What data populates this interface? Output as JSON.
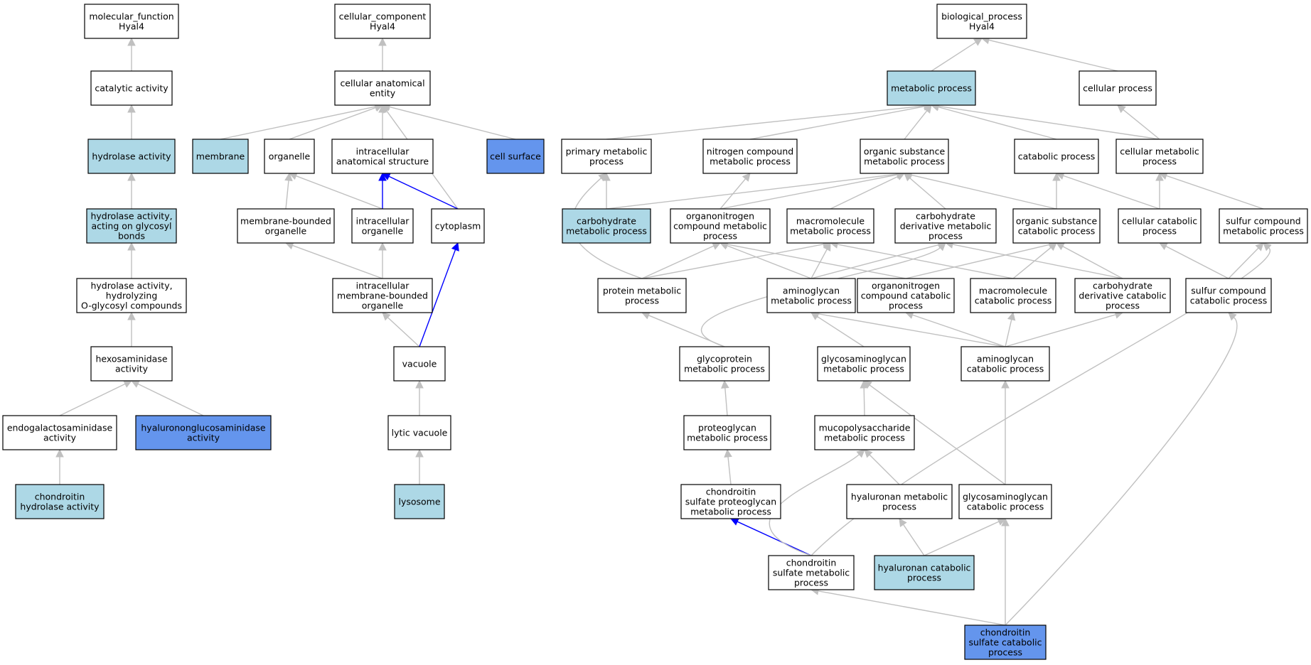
{
  "colors": {
    "background": "#ffffff",
    "default_fill": "#ffffff",
    "light_fill": "#add8e6",
    "strong_fill": "#6495ed",
    "edge_gray": "#c0c0c0",
    "edge_blue": "#0000ff",
    "border": "#000000"
  },
  "nodes": [
    {
      "id": "mf_root",
      "lines": [
        "molecular_function",
        "Hyal4"
      ],
      "fill": "default"
    },
    {
      "id": "catalytic",
      "lines": [
        "catalytic activity"
      ],
      "fill": "default"
    },
    {
      "id": "hydrolase",
      "lines": [
        "hydrolase activity"
      ],
      "fill": "light"
    },
    {
      "id": "hyd_glyco",
      "lines": [
        "hydrolase activity,",
        "acting on glycosyl",
        "bonds"
      ],
      "fill": "light"
    },
    {
      "id": "hyd_oglyco",
      "lines": [
        "hydrolase activity,",
        "hydrolyzing",
        "O-glycosyl compounds"
      ],
      "fill": "default"
    },
    {
      "id": "hexos",
      "lines": [
        "hexosaminidase",
        "activity"
      ],
      "fill": "default"
    },
    {
      "id": "endogal",
      "lines": [
        "endogalactosaminidase",
        "activity"
      ],
      "fill": "default"
    },
    {
      "id": "hyalgluc",
      "lines": [
        "hyalurononglucosaminidase",
        "activity"
      ],
      "fill": "strong"
    },
    {
      "id": "chond_hyd",
      "lines": [
        "chondroitin",
        "hydrolase activity"
      ],
      "fill": "light"
    },
    {
      "id": "cc_root",
      "lines": [
        "cellular_component",
        "Hyal4"
      ],
      "fill": "default"
    },
    {
      "id": "cae",
      "lines": [
        "cellular anatomical",
        "entity"
      ],
      "fill": "default"
    },
    {
      "id": "membrane",
      "lines": [
        "membrane"
      ],
      "fill": "light"
    },
    {
      "id": "organelle",
      "lines": [
        "organelle"
      ],
      "fill": "default"
    },
    {
      "id": "ias",
      "lines": [
        "intracellular",
        "anatomical structure"
      ],
      "fill": "default"
    },
    {
      "id": "cellsurf",
      "lines": [
        "cell surface"
      ],
      "fill": "strong"
    },
    {
      "id": "mbo",
      "lines": [
        "membrane-bounded",
        "organelle"
      ],
      "fill": "default"
    },
    {
      "id": "io",
      "lines": [
        "intracellular",
        "organelle"
      ],
      "fill": "default"
    },
    {
      "id": "cytoplasm",
      "lines": [
        "cytoplasm"
      ],
      "fill": "default"
    },
    {
      "id": "imbo",
      "lines": [
        "intracellular",
        "membrane-bounded",
        "organelle"
      ],
      "fill": "default"
    },
    {
      "id": "vacuole",
      "lines": [
        "vacuole"
      ],
      "fill": "default"
    },
    {
      "id": "lytic",
      "lines": [
        "lytic vacuole"
      ],
      "fill": "default"
    },
    {
      "id": "lysosome",
      "lines": [
        "lysosome"
      ],
      "fill": "light"
    },
    {
      "id": "bp_root",
      "lines": [
        "biological_process",
        "Hyal4"
      ],
      "fill": "default"
    },
    {
      "id": "metab",
      "lines": [
        "metabolic process"
      ],
      "fill": "light"
    },
    {
      "id": "cellproc",
      "lines": [
        "cellular process"
      ],
      "fill": "default"
    },
    {
      "id": "primary",
      "lines": [
        "primary metabolic",
        "process"
      ],
      "fill": "default"
    },
    {
      "id": "nitrogen",
      "lines": [
        "nitrogen compound",
        "metabolic process"
      ],
      "fill": "default"
    },
    {
      "id": "osm",
      "lines": [
        "organic substance",
        "metabolic process"
      ],
      "fill": "default"
    },
    {
      "id": "catab",
      "lines": [
        "catabolic process"
      ],
      "fill": "default"
    },
    {
      "id": "cellmet",
      "lines": [
        "cellular metabolic",
        "process"
      ],
      "fill": "default"
    },
    {
      "id": "carbmet",
      "lines": [
        "carbohydrate",
        "metabolic process"
      ],
      "fill": "light"
    },
    {
      "id": "orgnit",
      "lines": [
        "organonitrogen",
        "compound metabolic",
        "process"
      ],
      "fill": "default"
    },
    {
      "id": "macromet",
      "lines": [
        "macromolecule",
        "metabolic process"
      ],
      "fill": "default"
    },
    {
      "id": "carbderiv",
      "lines": [
        "carbohydrate",
        "derivative metabolic",
        "process"
      ],
      "fill": "default"
    },
    {
      "id": "osc",
      "lines": [
        "organic substance",
        "catabolic process"
      ],
      "fill": "default"
    },
    {
      "id": "cellcat",
      "lines": [
        "cellular catabolic",
        "process"
      ],
      "fill": "default"
    },
    {
      "id": "sulfmet",
      "lines": [
        "sulfur compound",
        "metabolic process"
      ],
      "fill": "default"
    },
    {
      "id": "protmet",
      "lines": [
        "protein metabolic",
        "process"
      ],
      "fill": "default"
    },
    {
      "id": "aminomet",
      "lines": [
        "aminoglycan",
        "metabolic process"
      ],
      "fill": "default"
    },
    {
      "id": "orgnitcat",
      "lines": [
        "organonitrogen",
        "compound catabolic",
        "process"
      ],
      "fill": "default"
    },
    {
      "id": "macrocat",
      "lines": [
        "macromolecule",
        "catabolic process"
      ],
      "fill": "default"
    },
    {
      "id": "carbdercat",
      "lines": [
        "carbohydrate",
        "derivative catabolic",
        "process"
      ],
      "fill": "default"
    },
    {
      "id": "sulfcat",
      "lines": [
        "sulfur compound",
        "catabolic process"
      ],
      "fill": "default"
    },
    {
      "id": "glycoprot",
      "lines": [
        "glycoprotein",
        "metabolic process"
      ],
      "fill": "default"
    },
    {
      "id": "gagmet",
      "lines": [
        "glycosaminoglycan",
        "metabolic process"
      ],
      "fill": "default"
    },
    {
      "id": "aminocat",
      "lines": [
        "aminoglycan",
        "catabolic process"
      ],
      "fill": "default"
    },
    {
      "id": "proteog",
      "lines": [
        "proteoglycan",
        "metabolic process"
      ],
      "fill": "default"
    },
    {
      "id": "mucop",
      "lines": [
        "mucopolysaccharide",
        "metabolic process"
      ],
      "fill": "default"
    },
    {
      "id": "cspg",
      "lines": [
        "chondroitin",
        "sulfate proteoglycan",
        "metabolic process"
      ],
      "fill": "default"
    },
    {
      "id": "hyalmet",
      "lines": [
        "hyaluronan metabolic",
        "process"
      ],
      "fill": "default"
    },
    {
      "id": "gagcat",
      "lines": [
        "glycosaminoglycan",
        "catabolic process"
      ],
      "fill": "default"
    },
    {
      "id": "csmet",
      "lines": [
        "chondroitin",
        "sulfate metabolic",
        "process"
      ],
      "fill": "default"
    },
    {
      "id": "hyalcat",
      "lines": [
        "hyaluronan catabolic",
        "process"
      ],
      "fill": "light"
    },
    {
      "id": "cscat",
      "lines": [
        "chondroitin",
        "sulfate catabolic",
        "process"
      ],
      "fill": "strong"
    }
  ],
  "edges": [
    {
      "from": "catalytic",
      "to": "mf_root",
      "color": "gray"
    },
    {
      "from": "hydrolase",
      "to": "catalytic",
      "color": "gray"
    },
    {
      "from": "hyd_glyco",
      "to": "hydrolase",
      "color": "gray"
    },
    {
      "from": "hyd_oglyco",
      "to": "hyd_glyco",
      "color": "gray"
    },
    {
      "from": "hexos",
      "to": "hyd_oglyco",
      "color": "gray"
    },
    {
      "from": "endogal",
      "to": "hexos",
      "color": "gray"
    },
    {
      "from": "hyalgluc",
      "to": "hexos",
      "color": "gray"
    },
    {
      "from": "chond_hyd",
      "to": "endogal",
      "color": "gray"
    },
    {
      "from": "cae",
      "to": "cc_root",
      "color": "gray"
    },
    {
      "from": "membrane",
      "to": "cae",
      "color": "gray"
    },
    {
      "from": "organelle",
      "to": "cae",
      "color": "gray"
    },
    {
      "from": "ias",
      "to": "cae",
      "color": "gray"
    },
    {
      "from": "cellsurf",
      "to": "cae",
      "color": "gray"
    },
    {
      "from": "cytoplasm",
      "to": "cae",
      "color": "gray"
    },
    {
      "from": "mbo",
      "to": "organelle",
      "color": "gray"
    },
    {
      "from": "io",
      "to": "organelle",
      "color": "gray"
    },
    {
      "from": "io",
      "to": "ias",
      "color": "blue"
    },
    {
      "from": "cytoplasm",
      "to": "ias",
      "color": "blue"
    },
    {
      "from": "imbo",
      "to": "mbo",
      "color": "gray"
    },
    {
      "from": "imbo",
      "to": "io",
      "color": "gray"
    },
    {
      "from": "vacuole",
      "to": "imbo",
      "color": "gray"
    },
    {
      "from": "vacuole",
      "to": "cytoplasm",
      "color": "blue"
    },
    {
      "from": "lytic",
      "to": "vacuole",
      "color": "gray"
    },
    {
      "from": "lysosome",
      "to": "lytic",
      "color": "gray"
    },
    {
      "from": "metab",
      "to": "bp_root",
      "color": "gray"
    },
    {
      "from": "cellproc",
      "to": "bp_root",
      "color": "gray"
    },
    {
      "from": "primary",
      "to": "metab",
      "color": "gray"
    },
    {
      "from": "nitrogen",
      "to": "metab",
      "color": "gray"
    },
    {
      "from": "osm",
      "to": "metab",
      "color": "gray"
    },
    {
      "from": "catab",
      "to": "metab",
      "color": "gray"
    },
    {
      "from": "cellmet",
      "to": "metab",
      "color": "gray"
    },
    {
      "from": "cellmet",
      "to": "cellproc",
      "color": "gray"
    },
    {
      "from": "carbmet",
      "to": "primary",
      "color": "gray"
    },
    {
      "from": "carbmet",
      "to": "osm",
      "color": "gray"
    },
    {
      "from": "orgnit",
      "to": "nitrogen",
      "color": "gray"
    },
    {
      "from": "orgnit",
      "to": "osm",
      "color": "gray"
    },
    {
      "from": "macromet",
      "to": "osm",
      "color": "gray"
    },
    {
      "from": "carbderiv",
      "to": "osm",
      "color": "gray"
    },
    {
      "from": "osc",
      "to": "osm",
      "color": "gray"
    },
    {
      "from": "osc",
      "to": "catab",
      "color": "gray"
    },
    {
      "from": "cellcat",
      "to": "catab",
      "color": "gray"
    },
    {
      "from": "cellcat",
      "to": "cellmet",
      "color": "gray"
    },
    {
      "from": "sulfmet",
      "to": "cellmet",
      "color": "gray"
    },
    {
      "from": "protmet",
      "to": "primary",
      "color": "gray",
      "curve": "left"
    },
    {
      "from": "protmet",
      "to": "orgnit",
      "color": "gray"
    },
    {
      "from": "protmet",
      "to": "macromet",
      "color": "gray"
    },
    {
      "from": "aminomet",
      "to": "orgnit",
      "color": "gray"
    },
    {
      "from": "aminomet",
      "to": "macromet",
      "color": "gray"
    },
    {
      "from": "aminomet",
      "to": "carbderiv",
      "color": "gray"
    },
    {
      "from": "orgnitcat",
      "to": "orgnit",
      "color": "gray"
    },
    {
      "from": "orgnitcat",
      "to": "osc",
      "color": "gray"
    },
    {
      "from": "macrocat",
      "to": "macromet",
      "color": "gray"
    },
    {
      "from": "macrocat",
      "to": "osc",
      "color": "gray"
    },
    {
      "from": "carbdercat",
      "to": "carbderiv",
      "color": "gray"
    },
    {
      "from": "carbdercat",
      "to": "osc",
      "color": "gray"
    },
    {
      "from": "sulfcat",
      "to": "cellcat",
      "color": "gray"
    },
    {
      "from": "sulfcat",
      "to": "sulfmet",
      "color": "gray"
    },
    {
      "from": "glycoprot",
      "to": "protmet",
      "color": "gray"
    },
    {
      "from": "glycoprot",
      "to": "carbderiv",
      "color": "gray",
      "curve": "left"
    },
    {
      "from": "gagmet",
      "to": "aminomet",
      "color": "gray"
    },
    {
      "from": "aminocat",
      "to": "aminomet",
      "color": "gray"
    },
    {
      "from": "aminocat",
      "to": "orgnitcat",
      "color": "gray"
    },
    {
      "from": "aminocat",
      "to": "macrocat",
      "color": "gray"
    },
    {
      "from": "aminocat",
      "to": "carbdercat",
      "color": "gray"
    },
    {
      "from": "proteog",
      "to": "glycoprot",
      "color": "gray"
    },
    {
      "from": "mucop",
      "to": "gagmet",
      "color": "gray"
    },
    {
      "from": "cspg",
      "to": "proteog",
      "color": "gray"
    },
    {
      "from": "hyalmet",
      "to": "mucop",
      "color": "gray"
    },
    {
      "from": "gagcat",
      "to": "gagmet",
      "color": "gray"
    },
    {
      "from": "gagcat",
      "to": "aminocat",
      "color": "gray"
    },
    {
      "from": "csmet",
      "to": "cspg",
      "color": "blue"
    },
    {
      "from": "csmet",
      "to": "mucop",
      "color": "gray",
      "curve": "left"
    },
    {
      "from": "csmet",
      "to": "sulfmet",
      "color": "gray",
      "curve": "right"
    },
    {
      "from": "hyalcat",
      "to": "hyalmet",
      "color": "gray"
    },
    {
      "from": "hyalcat",
      "to": "gagcat",
      "color": "gray"
    },
    {
      "from": "cscat",
      "to": "gagcat",
      "color": "gray"
    },
    {
      "from": "cscat",
      "to": "csmet",
      "color": "gray"
    },
    {
      "from": "cscat",
      "to": "sulfcat",
      "color": "gray",
      "curve": "right"
    }
  ]
}
